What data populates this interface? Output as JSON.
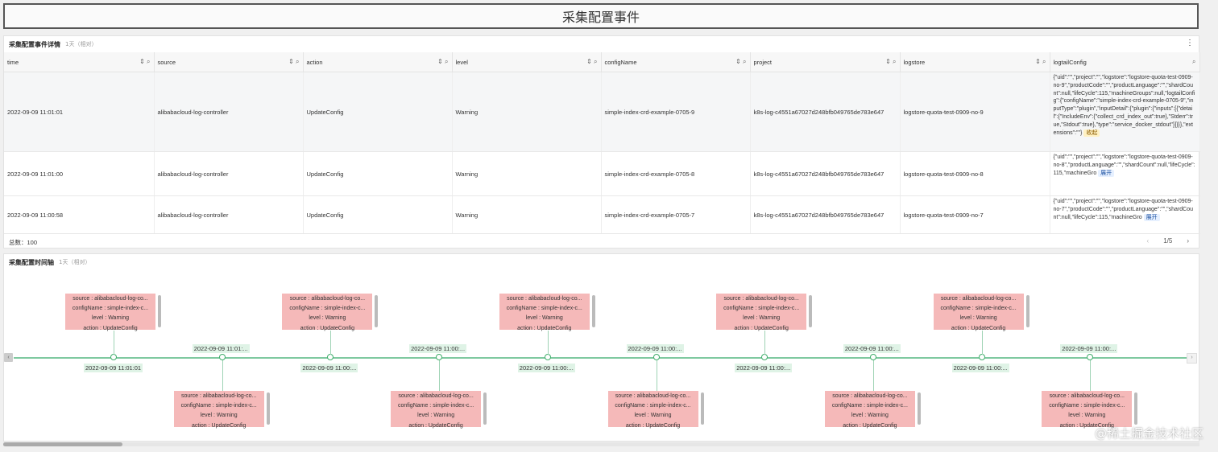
{
  "page_title": "采集配置事件",
  "details_panel": {
    "title": "采集配置事件详情",
    "time_range": "1天（相对）",
    "columns": [
      "time",
      "source",
      "action",
      "level",
      "configName",
      "project",
      "logstore",
      "logtailConfig"
    ],
    "rows": [
      {
        "time": "2022-09-09 11:01:01",
        "source": "alibabacloud-log-controller",
        "action": "UpdateConfig",
        "level": "Warning",
        "configName": "simple-index-crd-example-0705-9",
        "project": "k8s-log-c4551a67027d248bfb049765de783e647",
        "logstore": "logstore-quota-test-0909-no-9",
        "logtailConfig": "{\"uid\":\"\",\"project\":\"\",\"logstore\":\"logstore-quota-test-0909-no-9\",\"productCode\":\"\",\"productLanguage\":\"\",\"shardCount\":null,\"lifeCycle\":115,\"machineGroups\":null,\"logtailConfig\":{\"configName\":\"simple-index-crd-example-0705-9\",\"inputType\":\"plugin\",\"inputDetail\":{\"plugin\":{\"inputs\":[{\"detail\":{\"IncludeEnv\":{\"collect_crd_index_out\":true},\"Stderr\":true,\"Stdout\":true},\"type\":\"service_docker_stdout\"}]}}},\"extensions\":\"\"}",
        "toggle": "收起"
      },
      {
        "time": "2022-09-09 11:01:00",
        "source": "alibabacloud-log-controller",
        "action": "UpdateConfig",
        "level": "Warning",
        "configName": "simple-index-crd-example-0705-8",
        "project": "k8s-log-c4551a67027d248bfb049765de783e647",
        "logstore": "logstore-quota-test-0909-no-8",
        "logtailConfig": "{\"uid\":\"\",\"project\":\"\",\"logstore\":\"logstore-quota-test-0909-no-8\",\"productLanguage\":\"\",\"shardCount\":null,\"lifeCycle\":115,\"machineGro",
        "toggle": "展开"
      },
      {
        "time": "2022-09-09 11:00:58",
        "source": "alibabacloud-log-controller",
        "action": "UpdateConfig",
        "level": "Warning",
        "configName": "simple-index-crd-example-0705-7",
        "project": "k8s-log-c4551a67027d248bfb049765de783e647",
        "logstore": "logstore-quota-test-0909-no-7",
        "logtailConfig": "{\"uid\":\"\",\"project\":\"\",\"logstore\":\"logstore-quota-test-0909-no-7\",\"productCode\":\"\",\"productLanguage\":\"\",\"shardCount\":null,\"lifeCycle\":115,\"machineGro",
        "toggle": "展开"
      }
    ],
    "total_label": "总数：",
    "total": "100",
    "page": "1/5"
  },
  "timeline_panel": {
    "title": "采集配置时间轴",
    "time_range": "1天（相对）",
    "events": [
      {
        "label": "2022-09-09 11:01:01",
        "source": "source : alibabacloud-log-co...",
        "configName": "configName : simple-index-c...",
        "level": "level : Warning",
        "action": "action : UpdateConfig",
        "side": "top"
      },
      {
        "label": "2022-09-09 11:01:...",
        "source": "source : alibabacloud-log-co...",
        "configName": "configName : simple-index-c...",
        "level": "level : Warning",
        "action": "action : UpdateConfig",
        "side": "bottom"
      },
      {
        "label": "2022-09-09 11:00:...",
        "source": "source : alibabacloud-log-co...",
        "configName": "configName : simple-index-c...",
        "level": "level : Warning",
        "action": "action : UpdateConfig",
        "side": "top"
      },
      {
        "label": "2022-09-09 11:00:...",
        "source": "source : alibabacloud-log-co...",
        "configName": "configName : simple-index-c...",
        "level": "level : Warning",
        "action": "action : UpdateConfig",
        "side": "bottom"
      },
      {
        "label": "2022-09-09 11:00:...",
        "source": "source : alibabacloud-log-co...",
        "configName": "configName : simple-index-c...",
        "level": "level : Warning",
        "action": "action : UpdateConfig",
        "side": "top"
      },
      {
        "label": "2022-09-09 11:00:...",
        "source": "source : alibabacloud-log-co...",
        "configName": "configName : simple-index-c...",
        "level": "level : Warning",
        "action": "action : UpdateConfig",
        "side": "bottom"
      },
      {
        "label": "2022-09-09 11:00:...",
        "source": "source : alibabacloud-log-co...",
        "configName": "configName : simple-index-c...",
        "level": "level : Warning",
        "action": "action : UpdateConfig",
        "side": "top"
      },
      {
        "label": "2022-09-09 11:00:...",
        "source": "source : alibabacloud-log-co...",
        "configName": "configName : simple-index-c...",
        "level": "level : Warning",
        "action": "action : UpdateConfig",
        "side": "bottom"
      },
      {
        "label": "2022-09-09 11:00:...",
        "source": "source : alibabacloud-log-co...",
        "configName": "configName : simple-index-c...",
        "level": "level : Warning",
        "action": "action : UpdateConfig",
        "side": "top"
      },
      {
        "label": "2022-09-09 11:00:...",
        "source": "source : alibabacloud-log-co...",
        "configName": "configName : simple-index-c...",
        "level": "level : Warning",
        "action": "action : UpdateConfig",
        "side": "bottom"
      }
    ]
  },
  "watermark": "@稀土掘金技术社区",
  "icons": {
    "sort": "sort-icon",
    "search": "search-icon",
    "more": "more-vertical-icon",
    "prev": "chevron-left-icon",
    "next": "chevron-right-icon"
  },
  "colors": {
    "card": "#f5b9b9",
    "axis": "#7fc9a0",
    "dot": "#3fae6a"
  }
}
